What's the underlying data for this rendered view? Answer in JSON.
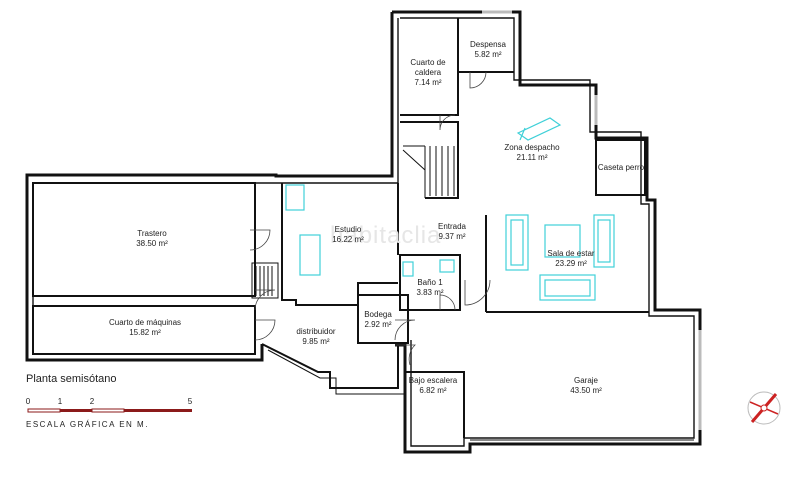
{
  "plan": {
    "title": "Planta semisótano",
    "scale": {
      "caption": "ESCALA GRÁFICA EN M.",
      "ticks": [
        "0",
        "1",
        "2",
        "5"
      ]
    },
    "watermark": "habitaclia",
    "colors": {
      "wall": "#111111",
      "furniture": "#3fd0d8",
      "scale_bar": "#8b1a1a",
      "compass": "#cc2222"
    },
    "rooms": [
      {
        "id": "despensa",
        "name": "Despensa",
        "area": "5.82 m²"
      },
      {
        "id": "cuarto-caldera",
        "name": "Cuarto de caldera",
        "area": "7.14 m²"
      },
      {
        "id": "zona-despacho",
        "name": "Zona despacho",
        "area": "21.11 m²"
      },
      {
        "id": "caseta-perro",
        "name": "Caseta perro",
        "area": ""
      },
      {
        "id": "trastero",
        "name": "Trastero",
        "area": "38.50 m²"
      },
      {
        "id": "estudio",
        "name": "Estudio",
        "area": "16.22 m²"
      },
      {
        "id": "entrada",
        "name": "Entrada",
        "area": "9.37 m²"
      },
      {
        "id": "sala-estar",
        "name": "Sala de estar",
        "area": "23.29 m²"
      },
      {
        "id": "bano-1",
        "name": "Baño 1",
        "area": "3.83 m²"
      },
      {
        "id": "cuarto-maquinas",
        "name": "Cuarto de máquinas",
        "area": "15.82 m²"
      },
      {
        "id": "distribuidor",
        "name": "distribuidor",
        "area": "9.85 m²"
      },
      {
        "id": "bodega",
        "name": "Bodega",
        "area": "2.92 m²"
      },
      {
        "id": "bajo-escalera",
        "name": "Bajo escalera",
        "area": "6.82 m²"
      },
      {
        "id": "garaje",
        "name": "Garaje",
        "area": "43.50 m²"
      }
    ]
  }
}
